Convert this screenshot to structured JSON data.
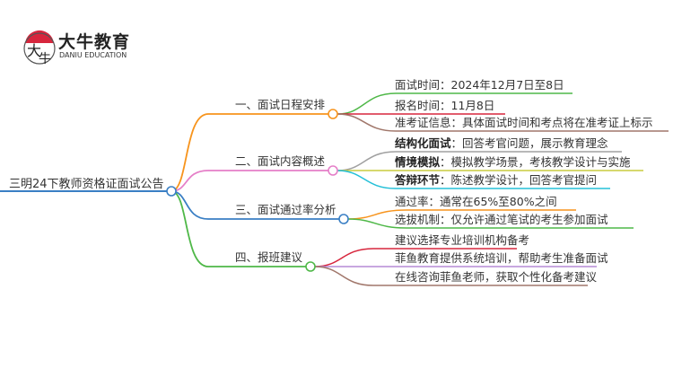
{
  "logo": {
    "name": "大牛教育",
    "subtitle": "DANIU EDUCATION",
    "mark": "大牛"
  },
  "root": {
    "label": "三明24下教师资格证面试公告",
    "color": "#3a7fc4"
  },
  "branches": [
    {
      "label": "一、面试日程安排",
      "color": "#f7941d",
      "leaves": [
        {
          "bold": "",
          "text": "面试时间：2024年12月7日至8日",
          "color": "#4fb848"
        },
        {
          "bold": "",
          "text": "报名时间：11月8日",
          "color": "#d7263d"
        },
        {
          "bold": "",
          "text": "准考证信息：具体面试时间和考点将在准考证上标示",
          "color": "#a1776b"
        }
      ]
    },
    {
      "label": "二、面试内容概述",
      "color": "#e57fc8",
      "leaves": [
        {
          "bold": "结构化面试",
          "text": "：回答考官问题，展示教育理念",
          "color": "#a0a0a0"
        },
        {
          "bold": "情境模拟",
          "text": "：模拟教学场景，考核教学设计与实施",
          "color": "#c9cc3f"
        },
        {
          "bold": "答辩环节",
          "text": "：陈述教学设计，回答考官提问",
          "color": "#25c0d8"
        }
      ]
    },
    {
      "label": "三、面试通过率分析",
      "color": "#3a7fc4",
      "leaves": [
        {
          "bold": "",
          "text": "通过率：通常在65%至80%之间",
          "color": "#f7941d"
        },
        {
          "bold": "",
          "text": "选拔机制：仅允许通过笔试的考生参加面试",
          "color": "#4fb848"
        }
      ]
    },
    {
      "label": "四、报班建议",
      "color": "#4fb848",
      "leaves": [
        {
          "bold": "",
          "text": "建议选择专业培训机构备考",
          "color": "#d7263d"
        },
        {
          "bold": "",
          "text": "菲鱼教育提供系统培训，帮助考生准备面试",
          "color": "#b58ad6"
        },
        {
          "bold": "",
          "text": "在线咨询菲鱼老师，获取个性化备考建议",
          "color": "#a1776b"
        }
      ]
    }
  ]
}
